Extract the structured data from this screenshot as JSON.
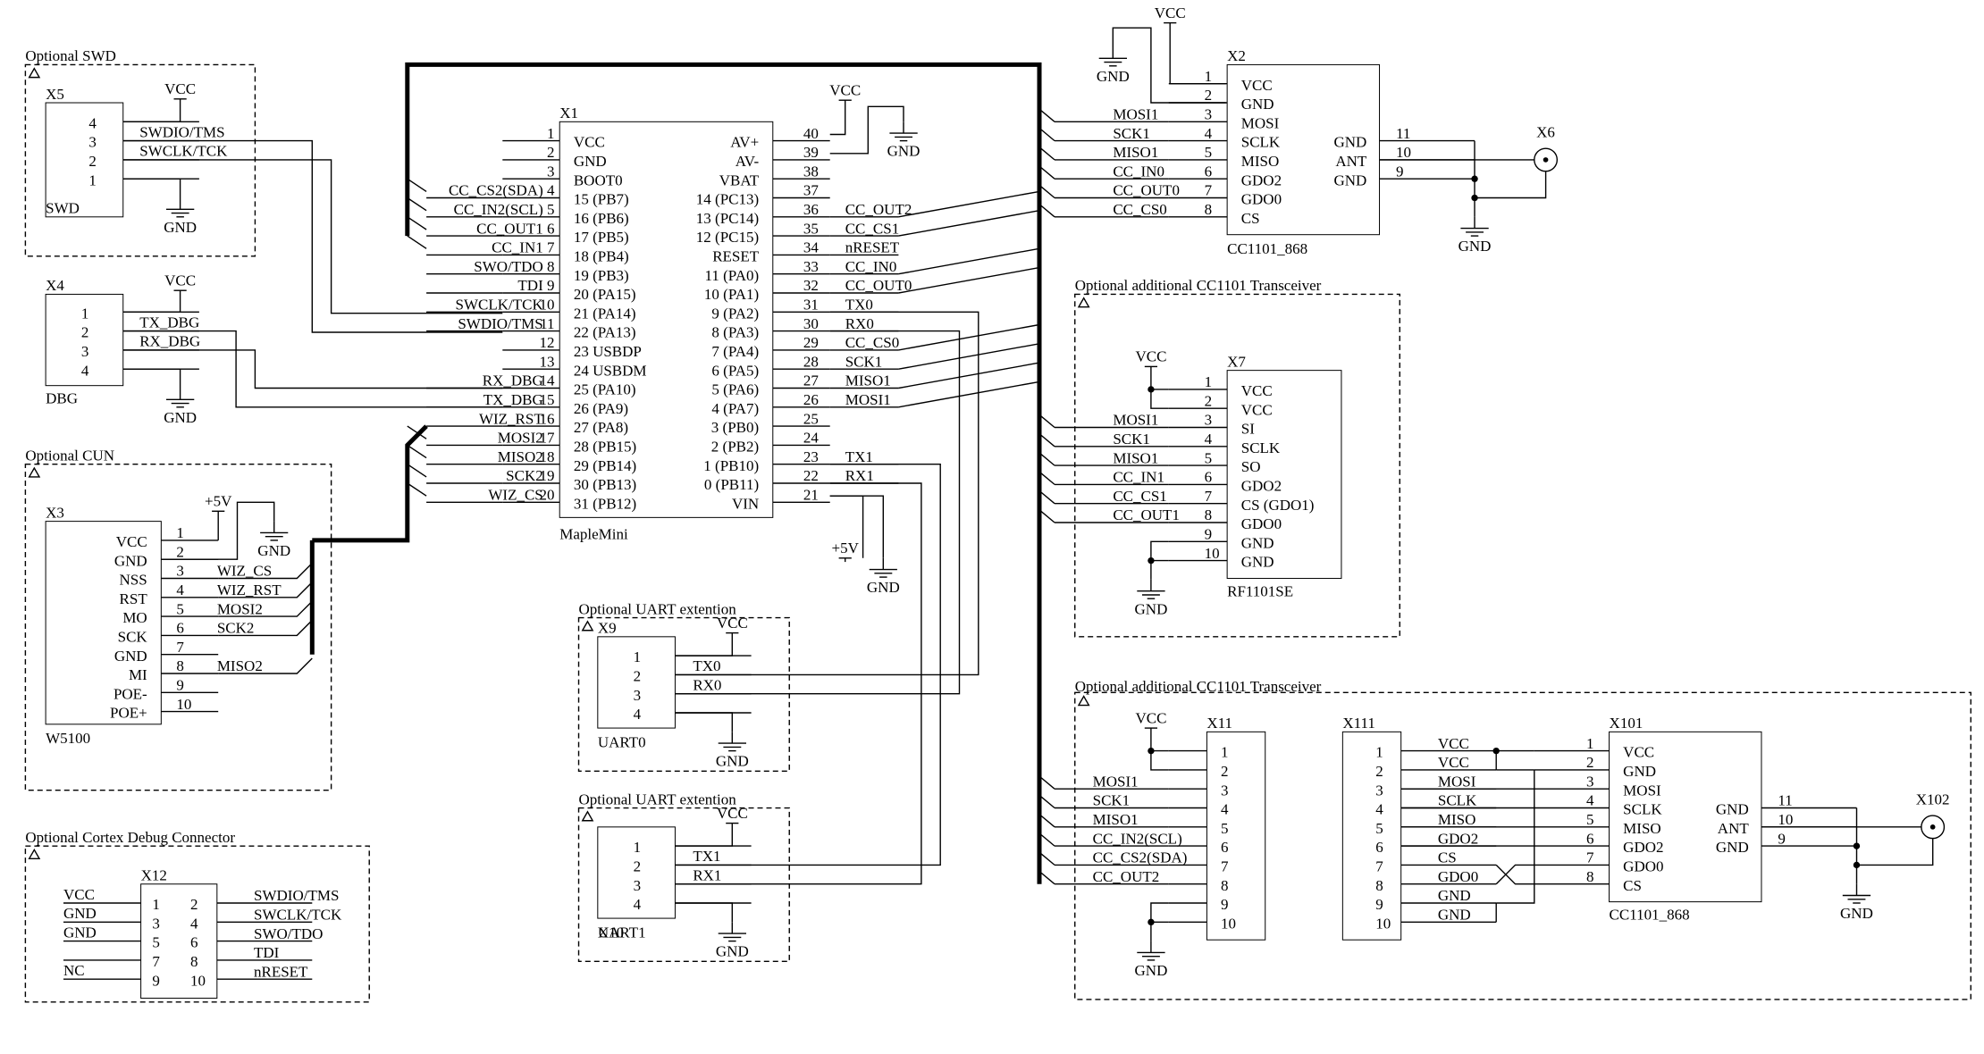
{
  "groups": {
    "swd": "Optional SWD",
    "cun": "Optional CUN",
    "cortex": "Optional Cortex Debug Connector",
    "uart_a": "Optional UART extention",
    "uart_b": "Optional UART extention",
    "trx_a": "Optional additional CC1101 Transceiver",
    "trx_b": "Optional additional CC1101 Transceiver"
  },
  "symbols": {
    "vcc": "VCC",
    "gnd": "GND",
    "p5v": "+5V"
  },
  "x5": {
    "ref": "X5",
    "name": "SWD",
    "pins": [
      "4",
      "3",
      "2",
      "1"
    ],
    "nets": [
      "SWDIO/TMS",
      "SWCLK/TCK"
    ]
  },
  "x4": {
    "ref": "X4",
    "name": "DBG",
    "pins": [
      "1",
      "2",
      "3",
      "4"
    ],
    "nets": [
      "TX_DBG",
      "RX_DBG"
    ]
  },
  "x3": {
    "ref": "X3",
    "name": "W5100",
    "pins": [
      "1",
      "2",
      "3",
      "4",
      "5",
      "6",
      "7",
      "8",
      "9",
      "10"
    ],
    "labels": [
      "VCC",
      "GND",
      "NSS",
      "RST",
      "MO",
      "SCK",
      "GND",
      "MI",
      "POE-",
      "POE+"
    ],
    "nets": [
      "WIZ_CS",
      "WIZ_RST",
      "MOSI2",
      "SCK2",
      "MISO2"
    ]
  },
  "x12": {
    "ref": "X12",
    "pins_left": [
      "1",
      "3",
      "5",
      "7",
      "9"
    ],
    "pins_right": [
      "2",
      "4",
      "6",
      "8",
      "10"
    ],
    "nets_left": [
      "VCC",
      "GND",
      "GND",
      "NC"
    ],
    "nets_right": [
      "SWDIO/TMS",
      "SWCLK/TCK",
      "SWO/TDO",
      "TDI",
      "nRESET"
    ]
  },
  "x1": {
    "ref": "X1",
    "name": "MapleMini",
    "left_pins": [
      "1",
      "2",
      "3",
      "4",
      "5",
      "6",
      "7",
      "8",
      "9",
      "10",
      "11",
      "12",
      "13",
      "14",
      "15",
      "16",
      "17",
      "18",
      "19",
      "20"
    ],
    "left_labels": [
      "VCC",
      "GND",
      "BOOT0",
      "15 (PB7)",
      "16 (PB6)",
      "17 (PB5)",
      "18 (PB4)",
      "19 (PB3)",
      "20 (PA15)",
      "21 (PA14)",
      "22 (PA13)",
      "23 USBDP",
      "24 USBDM",
      "25 (PA10)",
      "26 (PA9)",
      "27 (PA8)",
      "28 (PB15)",
      "29 (PB14)",
      "30 (PB13)",
      "31 (PB12)"
    ],
    "left_nets": [
      "CC_CS2(SDA)",
      "CC_IN2(SCL)",
      "CC_OUT1",
      "CC_IN1",
      "SWO/TDO",
      "TDI",
      "SWCLK/TCK",
      "SWDIO/TMS",
      "RX_DBG",
      "TX_DBG",
      "WIZ_RST",
      "MOSI2",
      "MISO2",
      "SCK2",
      "WIZ_CS"
    ],
    "right_pins": [
      "40",
      "39",
      "38",
      "37",
      "36",
      "35",
      "34",
      "33",
      "32",
      "31",
      "30",
      "29",
      "28",
      "27",
      "26",
      "25",
      "24",
      "23",
      "22",
      "21"
    ],
    "right_labels": [
      "AV+",
      "AV-",
      "VBAT",
      "14 (PC13)",
      "13 (PC14)",
      "12 (PC15)",
      "RESET",
      "11 (PA0)",
      "10 (PA1)",
      "9 (PA2)",
      "8 (PA3)",
      "7 (PA4)",
      "6 (PA5)",
      "5 (PA6)",
      "4 (PA7)",
      "3 (PB0)",
      "2 (PB2)",
      "1 (PB10)",
      "0 (PB11)",
      "VIN"
    ],
    "right_nets": [
      "CC_OUT2",
      "CC_CS1",
      "nRESET",
      "CC_IN0",
      "CC_OUT0",
      "TX0",
      "RX0",
      "CC_CS0",
      "SCK1",
      "MISO1",
      "MOSI1",
      "TX1",
      "RX1"
    ]
  },
  "x9": {
    "ref": "X9",
    "name": "UART0",
    "pins": [
      "1",
      "2",
      "3",
      "4"
    ],
    "nets": [
      "TX0",
      "RX0"
    ]
  },
  "x10": {
    "ref": "X10",
    "name": "UART1",
    "pins": [
      "1",
      "2",
      "3",
      "4"
    ],
    "nets": [
      "TX1",
      "RX1"
    ]
  },
  "x2": {
    "ref": "X2",
    "name": "CC1101_868",
    "pins": [
      "1",
      "2",
      "3",
      "4",
      "5",
      "6",
      "7",
      "8"
    ],
    "labels": [
      "VCC",
      "GND",
      "MOSI",
      "SCLK",
      "MISO",
      "GDO2",
      "GDO0",
      "CS"
    ],
    "nets": [
      "MOSI1",
      "SCK1",
      "MISO1",
      "CC_IN0",
      "CC_OUT0",
      "CC_CS0"
    ],
    "right_labels": [
      "GND",
      "ANT",
      "GND"
    ],
    "right_pins": [
      "11",
      "10",
      "9"
    ]
  },
  "x6": {
    "ref": "X6"
  },
  "x7": {
    "ref": "X7",
    "name": "RF1101SE",
    "pins": [
      "1",
      "2",
      "3",
      "4",
      "5",
      "6",
      "7",
      "8",
      "9",
      "10"
    ],
    "labels": [
      "VCC",
      "VCC",
      "SI",
      "SCLK",
      "SO",
      "GDO2",
      "CS (GDO1)",
      "GDO0",
      "GND",
      "GND"
    ],
    "nets": [
      "MOSI1",
      "SCK1",
      "MISO1",
      "CC_IN1",
      "CC_CS1",
      "CC_OUT1"
    ]
  },
  "x11": {
    "ref": "X11",
    "pins": [
      "1",
      "2",
      "3",
      "4",
      "5",
      "6",
      "7",
      "8",
      "9",
      "10"
    ],
    "nets": [
      "MOSI1",
      "SCK1",
      "MISO1",
      "CC_IN2(SCL)",
      "CC_CS2(SDA)",
      "CC_OUT2"
    ]
  },
  "x111": {
    "ref": "X111",
    "pins": [
      "1",
      "2",
      "3",
      "4",
      "5",
      "6",
      "7",
      "8",
      "9",
      "10"
    ],
    "nets": [
      "VCC",
      "VCC",
      "MOSI",
      "SCLK",
      "MISO",
      "GDO2",
      "CS",
      "GDO0",
      "GND",
      "GND"
    ]
  },
  "x101": {
    "ref": "X101",
    "name": "CC1101_868",
    "pins": [
      "1",
      "2",
      "3",
      "4",
      "5",
      "6",
      "7",
      "8"
    ],
    "labels": [
      "VCC",
      "GND",
      "MOSI",
      "SCLK",
      "MISO",
      "GDO2",
      "GDO0",
      "CS"
    ],
    "right_labels": [
      "GND",
      "ANT",
      "GND"
    ],
    "right_pins": [
      "11",
      "10",
      "9"
    ]
  },
  "x102": {
    "ref": "X102"
  }
}
